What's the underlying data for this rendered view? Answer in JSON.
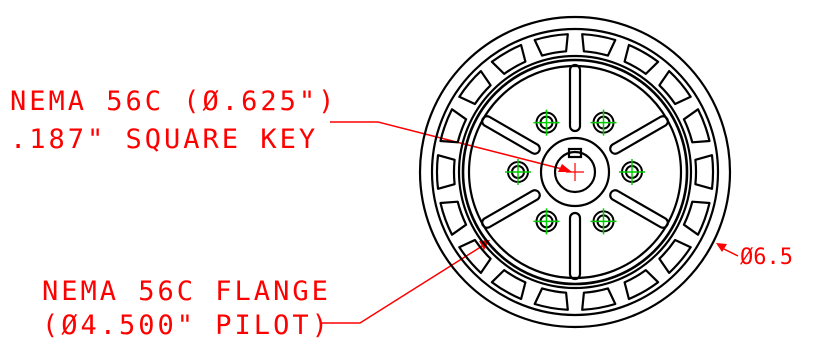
{
  "callouts": {
    "shaft": {
      "line1": "NEMA 56C (Ø.625\")",
      "line2": ".187\" SQUARE KEY"
    },
    "flange": {
      "line1": "NEMA 56C FLANGE",
      "line2": "(Ø4.500\" PILOT)"
    },
    "outer_diameter": "Ø6.5"
  },
  "colors": {
    "outline": "#000000",
    "annotation": "#ff0000",
    "hole_marker": "#00cc00",
    "background": "#ffffff"
  },
  "features": {
    "bolt_hole_count": 6,
    "spoke_count": 6,
    "outer_slot_count": 18
  }
}
